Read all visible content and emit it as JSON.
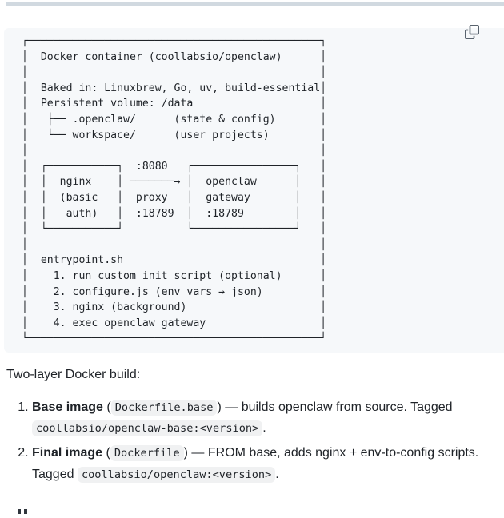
{
  "colors": {
    "code_block_bg": "#f6f8fa",
    "text": "#1f2328",
    "divider": "#d1d9e0",
    "copy_icon": "#59636e",
    "inline_code_bg": "#eff1f3"
  },
  "icons": {
    "copy": "copy-icon"
  },
  "code_block": {
    "ascii_diagram": "┌──────────────────────────────────────────────┐\n│  Docker container (coollabsio/openclaw)      │\n│                                              │\n│  Baked in: Linuxbrew, Go, uv, build-essential│\n│  Persistent volume: /data                    │\n│   ├── .openclaw/      (state & config)       │\n│   └── workspace/      (user projects)        │\n│                                              │\n│  ┌───────────┐  :8080   ┌────────────────┐   │\n│  │  nginx    │ ───────→ │  openclaw      │   │\n│  │  (basic   │  proxy   │  gateway       │   │\n│  │   auth)   │  :18789  │  :18789        │   │\n│  └───────────┘          └────────────────┘   │\n│                                              │\n│  entrypoint.sh                               │\n│    1. run custom init script (optional)      │\n│    2. configure.js (env vars → json)         │\n│    3. nginx (background)                     │\n│    4. exec openclaw gateway                  │\n└──────────────────────────────────────────────┘"
  },
  "paragraph": "Two-layer Docker build:",
  "list": {
    "items": [
      {
        "marker": "1.",
        "bold": "Base image",
        "open_paren": " (",
        "code_a": "Dockerfile.base",
        "middle": ") — builds openclaw from source. Tagged ",
        "code_b": "coollabsio/openclaw-base:<version>",
        "tail": "."
      },
      {
        "marker": "2.",
        "bold": "Final image",
        "open_paren": " (",
        "code_a": "Dockerfile",
        "middle": ") — FROM base, adds nginx + env-to-config scripts. Tagged ",
        "code_b": "coollabsio/openclaw:<version>",
        "tail": "."
      }
    ]
  }
}
